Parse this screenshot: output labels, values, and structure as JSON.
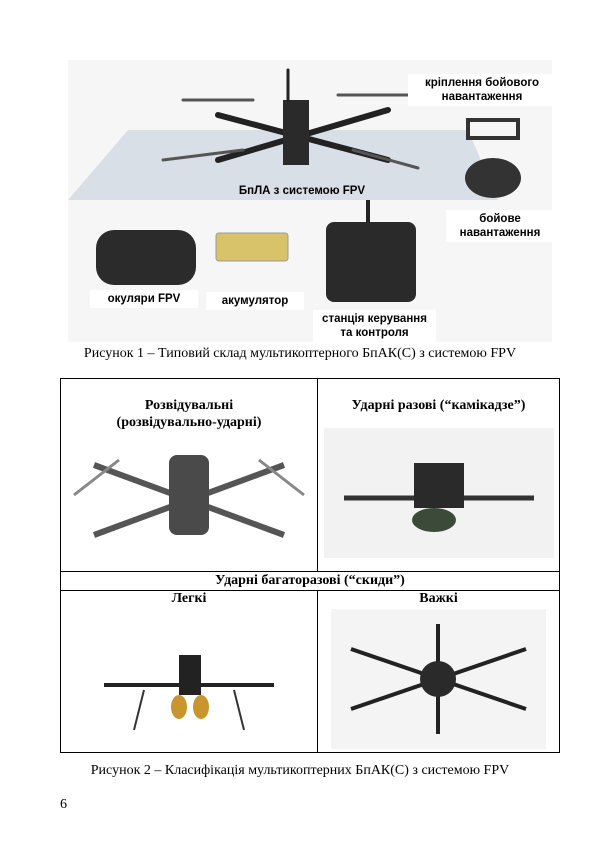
{
  "figure1": {
    "labels": {
      "mount": "кріплення бойового навантаження",
      "drone": "БпЛА з системою FPV",
      "payload": "бойове навантаження",
      "goggles": "окуляри FPV",
      "battery": "акумулятор",
      "controller": "станція керування та контроля"
    },
    "caption": "Рисунок 1 – Типовий склад мультикоптерного БпАК(С) з системою FPV"
  },
  "figure2": {
    "recon": "Розвідувальні (розвідувально-ударні)",
    "kamikaze": "Ударні разові (“камікадзе”)",
    "reusable": "Ударні багаторазові (“скиди”)",
    "light": "Легкі",
    "heavy": "Важкі",
    "caption": "Рисунок 2 – Класифікація мультикоптерних БпАК(С) з системою FPV"
  },
  "page_number": "6"
}
